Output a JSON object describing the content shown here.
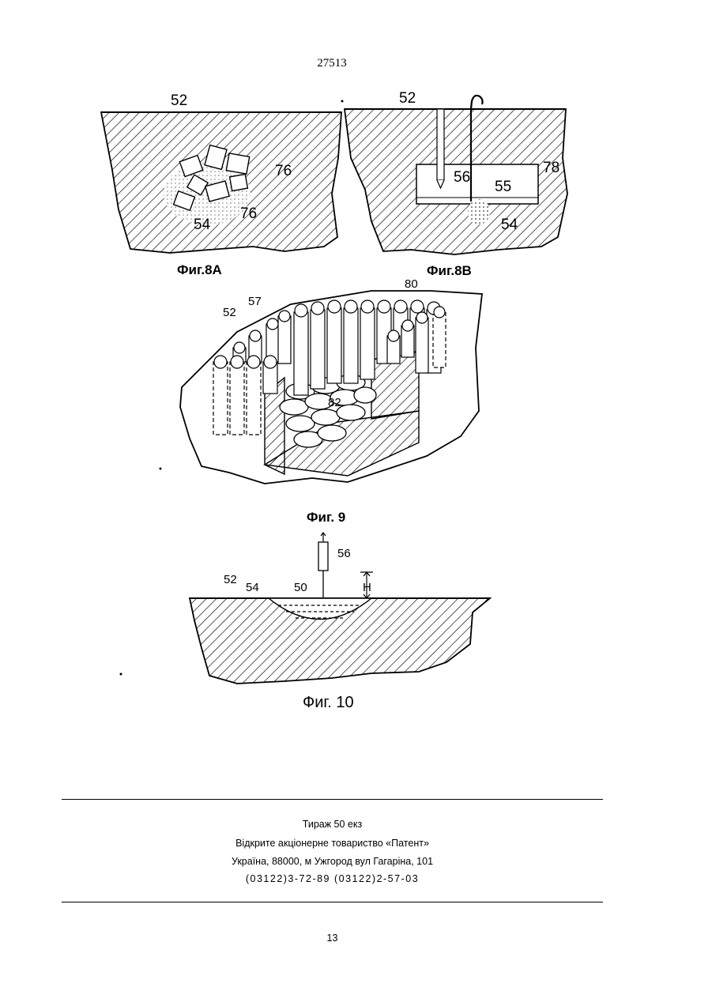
{
  "header": {
    "doc_number": "27513"
  },
  "figures": {
    "fig8a": {
      "caption": "Фиг.8А",
      "labels": [
        "52",
        "76",
        "76",
        "54"
      ]
    },
    "fig8b": {
      "caption": "Фиг.8В",
      "labels": [
        "52",
        "56",
        "78",
        "55",
        "54"
      ]
    },
    "fig9": {
      "caption": "Фиг. 9",
      "labels": [
        "80",
        "57",
        "52",
        "82"
      ]
    },
    "fig10": {
      "caption": "Фиг. 10",
      "labels": [
        "56",
        "H",
        "52",
        "54",
        "50"
      ]
    }
  },
  "imprint": {
    "circulation": "Тираж 50 екз",
    "publisher": "Відкрите акціонерне товариство «Патент»",
    "address": "Україна, 88000, м Ужгород вул Гагаріна, 101",
    "phones": "(03122)3-72-89   (03122)2-57-03"
  },
  "footer": {
    "page_number": "13"
  }
}
